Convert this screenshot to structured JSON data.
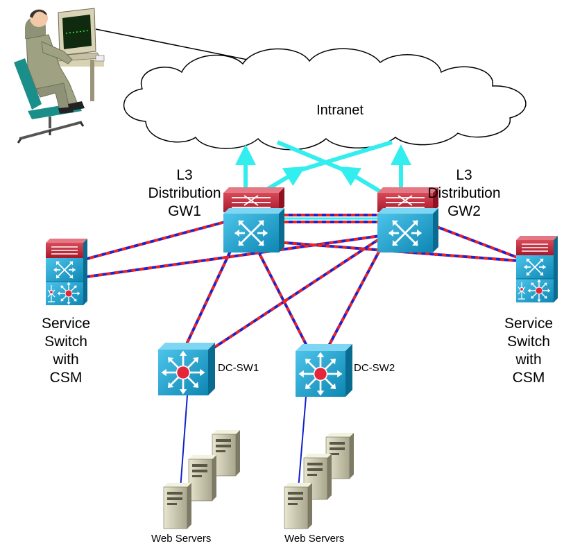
{
  "cloud": {
    "label": "Intranet"
  },
  "gw1": {
    "line1": "L3",
    "line2": "Distribution",
    "line3": "GW1"
  },
  "gw2": {
    "line1": "L3",
    "line2": "Distribution",
    "line3": "GW2"
  },
  "service_left": {
    "line1": "Service",
    "line2": "Switch",
    "line3": "with",
    "line4": "CSM"
  },
  "service_right": {
    "line1": "Service",
    "line2": "Switch",
    "line3": "with",
    "line4": "CSM"
  },
  "dc_sw1": {
    "label": "DC-SW1"
  },
  "dc_sw2": {
    "label": "DC-SW2"
  },
  "servers_left": {
    "label": "Web Servers"
  },
  "servers_right": {
    "label": "Web Servers"
  },
  "colors": {
    "cyan_link": "#33eeee",
    "trunk_red": "#ee2222",
    "trunk_blue": "#2222cc",
    "server_link": "#1122cc",
    "switch_blue": "#1aa3cf",
    "router_red": "#c2283a"
  }
}
